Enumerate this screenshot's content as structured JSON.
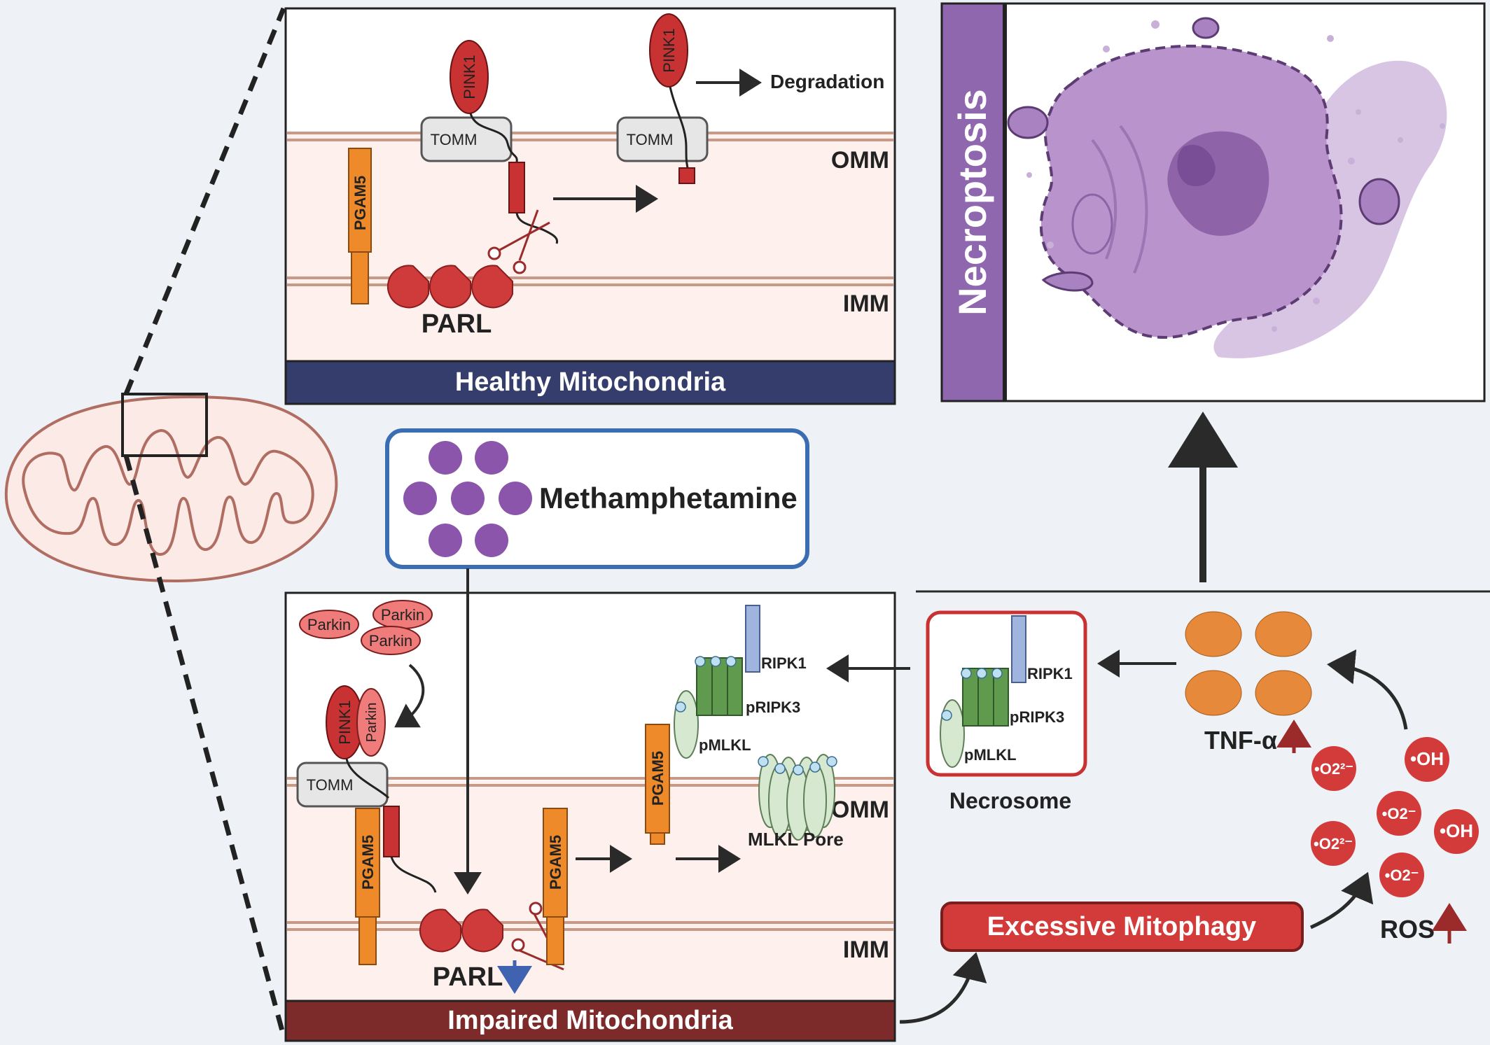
{
  "healthy": {
    "title": "Healthy Mitochondria",
    "pink1": "PINK1",
    "tomm": "TOMM",
    "pgam5": "PGAM5",
    "parl": "PARL",
    "omm": "OMM",
    "imm": "IMM",
    "degradation": "Degradation"
  },
  "methamphetamine": {
    "label": "Methamphetamine"
  },
  "impaired": {
    "title": "Impaired Mitochondria",
    "parkin": [
      "Parkin",
      "Parkin",
      "Parkin"
    ],
    "pink1": "PINK1",
    "parkin_bound": "Parkin",
    "tomm": "TOMM",
    "pgam5": "PGAM5",
    "parl": "PARL",
    "omm": "OMM",
    "imm": "IMM",
    "ripk1": "RIPK1",
    "pripk3": "pRIPK3",
    "pmlkl": "pMLKL",
    "mlkl_pore": "MLKL Pore"
  },
  "necroptosis": {
    "label": "Necroptosis"
  },
  "necrosome": {
    "label": "Necrosome",
    "ripk1": "RIPK1",
    "pripk3": "pRIPK3",
    "pmlkl": "pMLKL"
  },
  "tnf": {
    "label": "TNF-α"
  },
  "ros": {
    "label": "ROS",
    "species": [
      "•O2²⁻",
      "•OH",
      "•O2⁻",
      "•OH",
      "•O2²⁻",
      "•O2⁻"
    ]
  },
  "excessive_mitophagy": {
    "label": "Excessive Mitophagy"
  },
  "colors": {
    "healthy_bar": "#343d6b",
    "impaired_bar": "#7d2a2a",
    "necroptosis_bar": "#8e67ae",
    "pink1": "#c83232",
    "pgam5": "#ee8a2a",
    "parl": "#cf3a3a",
    "tnf": "#e6893a",
    "ros": "#d33a3a",
    "methamphetamine": "#8a55aa",
    "membrane": "#c79a87",
    "box_fill": "#fdf1ef",
    "green": "#5f9a4f"
  }
}
